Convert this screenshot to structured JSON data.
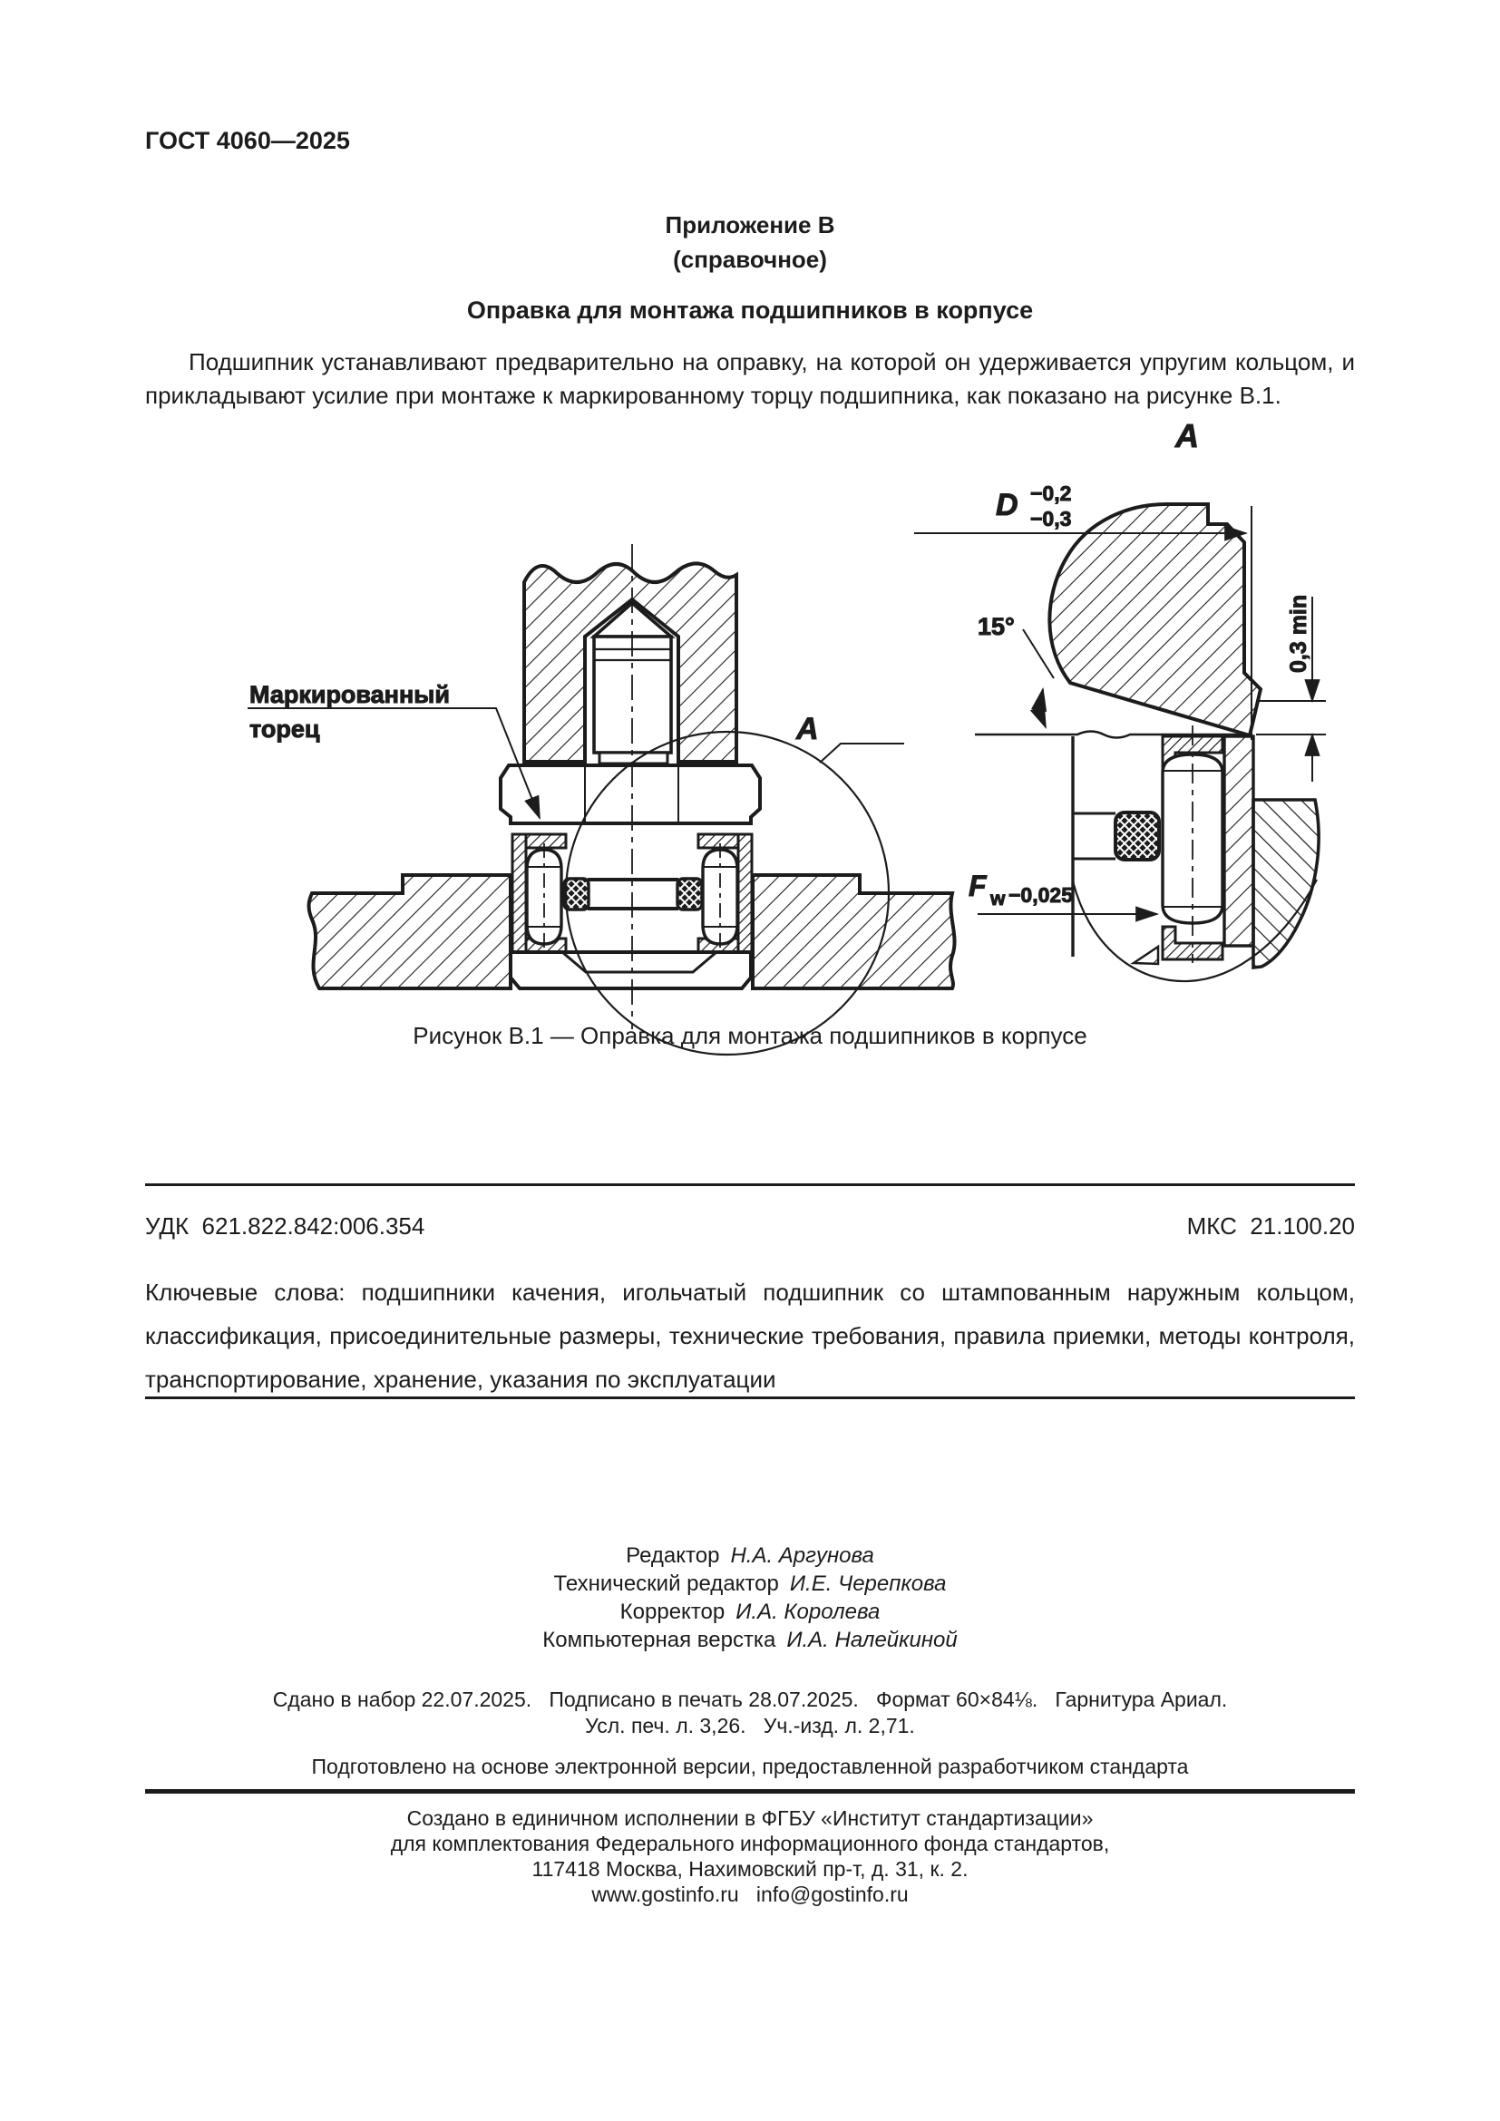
{
  "page": {
    "doc_number": "ГОСТ 4060—2025",
    "appendix": {
      "label": "Приложение В",
      "note": "(справочное)"
    },
    "title": "Оправка для монтажа подшипников в корпусе",
    "paragraph": "Подшипник устанавливают предварительно на оправку, на которой он удерживается упругим кольцом, и прикладывают усилие при монтаже к маркированному торцу подшипника, как показано на рисунке В.1.",
    "figure": {
      "caption": "Рисунок В.1 — Оправка для монтажа подшипников в корпусе",
      "labels": {
        "marked_face_line1": "Маркированный",
        "marked_face_line2": "торец",
        "detail_ref": "А",
        "detail_title": "А",
        "dim_D": "D",
        "dim_D_upper": "−0,2",
        "dim_D_lower": "−0,3",
        "angle": "15°",
        "min_clearance": "0,3 min",
        "dim_F": "F",
        "dim_F_sub": "w",
        "dim_F_tol": "−0,025"
      }
    },
    "udk": "УДК  621.822.842:006.354",
    "mks": "МКС  21.100.20",
    "keywords": "Ключевые слова: подшипники качения, игольчатый подшипник со штампованным наружным кольцом, классификация, присоединительные размеры, технические требования, правила приемки, методы контроля, транспортирование, хранение, указания по эксплуатации",
    "credits": [
      {
        "role": "Редактор",
        "name": "Н.А. Аргунова"
      },
      {
        "role": "Технический редактор",
        "name": "И.Е. Черепкова"
      },
      {
        "role": "Корректор",
        "name": "И.А. Королева"
      },
      {
        "role": "Компьютерная верстка",
        "name": "И.А. Налейкиной"
      }
    ],
    "imprint_line1": "Сдано в набор 22.07.2025.   Подписано в печать 28.07.2025.   Формат 60×84⅛.   Гарнитура Ариал.",
    "imprint_line2": "Усл. печ. л. 3,26.   Уч.-изд. л. 2,71.",
    "prepared_note": "Подготовлено на основе электронной версии, предоставленной разработчиком стандарта",
    "footer": {
      "line1": "Создано в единичном исполнении в ФГБУ «Институт стандартизации»",
      "line2": "для комплектования Федерального информационного фонда стандартов,",
      "line3": "117418 Москва, Нахимовский пр-т, д. 31, к. 2.",
      "line4": "www.gostinfo.ru   info@gostinfo.ru"
    }
  }
}
